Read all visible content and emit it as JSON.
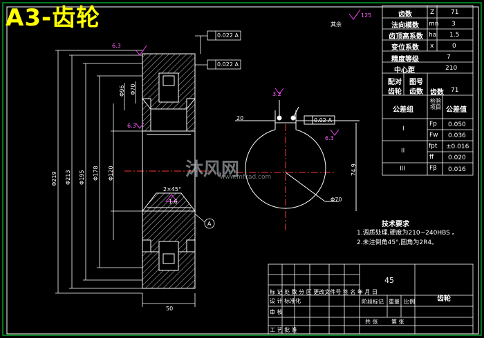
{
  "title": "A3-齿轮",
  "watermark": {
    "brand": "沐风网",
    "site": "www.mfcad.com"
  },
  "roughness_top": "125",
  "roughness_top_label": "其余",
  "params": [
    {
      "label": "齿数",
      "sym": "Z",
      "val": "71"
    },
    {
      "label": "法向模数",
      "sym": "mn",
      "val": "3"
    },
    {
      "label": "齿顶高系数",
      "sym": "ha",
      "val": "1.5"
    },
    {
      "label": "变位系数",
      "sym": "x",
      "val": "0"
    },
    {
      "label": "精度等级",
      "sym": "",
      "val": "7"
    },
    {
      "label": "中心距",
      "sym": "",
      "val": "210"
    }
  ],
  "mate": {
    "label1": "配对",
    "label2": "齿轮",
    "col2a": "图号",
    "col2b": "齿数",
    "count_label": "齿数",
    "count": "71"
  },
  "tolerance_head": {
    "group": "公差组",
    "item": "检验项目",
    "value": "公差值"
  },
  "tolerances": [
    {
      "group": "I",
      "rows": [
        {
          "sym": "Fp",
          "val": "0.050"
        },
        {
          "sym": "Fw",
          "val": "0.036"
        }
      ]
    },
    {
      "group": "II",
      "rows": [
        {
          "sym": "fpt",
          "val": "±0.016"
        },
        {
          "sym": "ff",
          "val": "0.020"
        }
      ]
    },
    {
      "group": "III",
      "rows": [
        {
          "sym": "Fβ",
          "val": "0.016"
        }
      ]
    }
  ],
  "notes": {
    "heading": "技术要求",
    "lines": [
      "1.调质处理,硬度为210~240HBS 。",
      "2.未注倒角45°,圆角为2R4。"
    ]
  },
  "title_block": {
    "scale_cell": "45",
    "part_name": "齿轮",
    "rows": [
      "标 记  处 数  分 区  更改文件号  签 名  年 月 日",
      "设 计  标准化",
      "审 核",
      "工 艺  批 准"
    ],
    "stage_labels": [
      "阶段标记",
      "重量",
      "比例"
    ],
    "sheet": [
      "共  张",
      "第  张"
    ]
  },
  "dims": {
    "tol_top": "0.022 A",
    "tol_mid": "0.022 A",
    "tol_key": "0.02 A",
    "ra_left": "6.3",
    "ra_face": "6.3",
    "ra_bore": "1.6",
    "ra_key": "6.3",
    "ra_keytop": "3.2",
    "chamfer": "2×45°",
    "datum": "A",
    "width": "50",
    "d1": "Φ219",
    "d2": "Φ213",
    "d3": "Φ195",
    "d4": "Φ178",
    "d5": "Φ120",
    "d6": "Φ96",
    "d7": "Φ70",
    "key_w": "20",
    "key_h": "74.9",
    "bore": "Φ70"
  }
}
